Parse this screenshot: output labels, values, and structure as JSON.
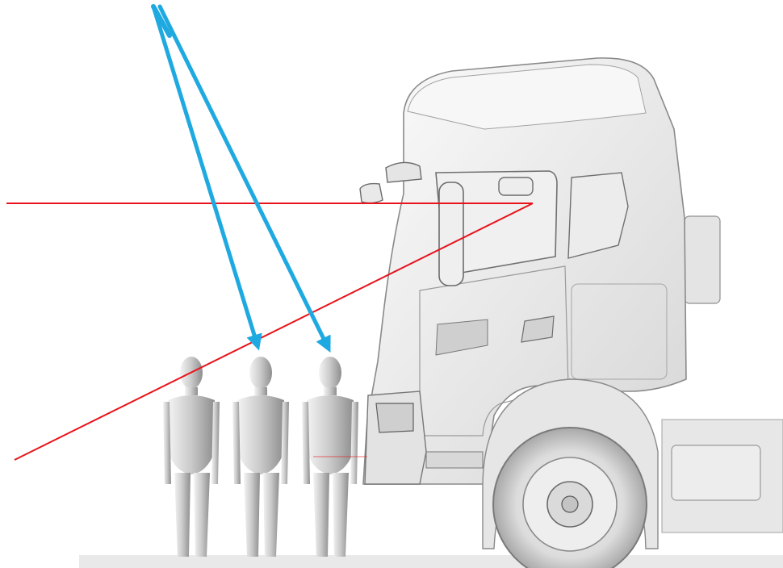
{
  "colors": {
    "sight_line": "#e8141c",
    "pointer_arrow": "#1fa9e1",
    "truck_body": "#f2f2f2",
    "truck_shade": "#bdbdbd",
    "mannequin": "#d9d9d9",
    "ground": "#e9e9e9"
  },
  "icons": {
    "truck": "truck-cab-illustration",
    "mannequins": "pedestrian-mannequin-figures"
  },
  "figure_count": 3
}
